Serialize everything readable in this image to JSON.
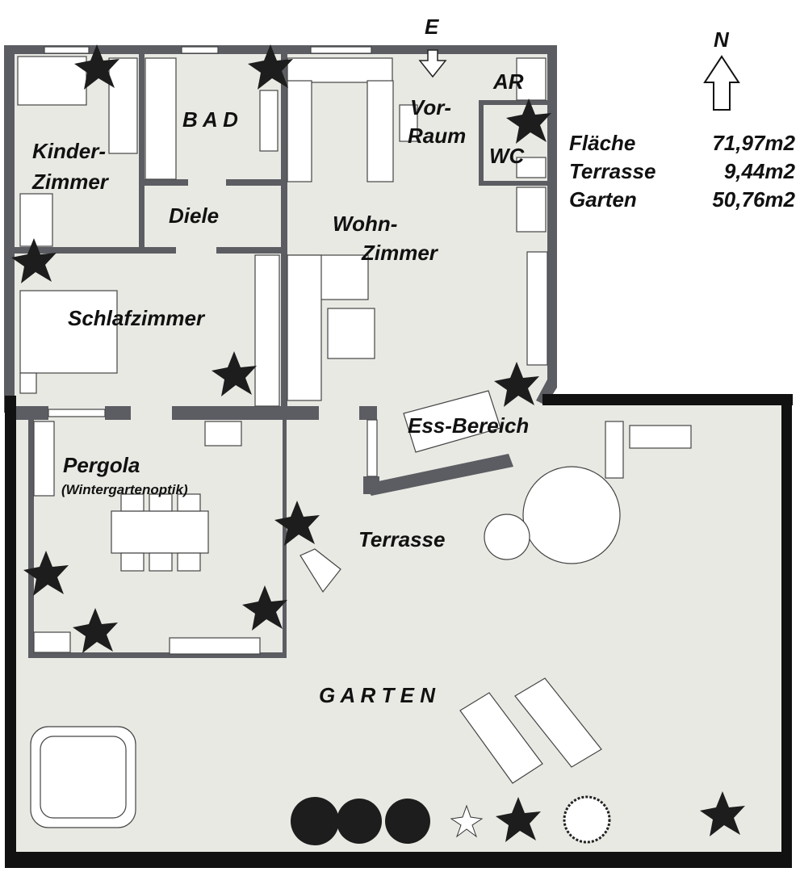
{
  "plan": {
    "rooms": {
      "kinder_1": "Kinder-",
      "kinder_2": "Zimmer",
      "bad": "B A D",
      "diele": "Diele",
      "vorraum_1": "Vor-",
      "vorraum_2": "Raum",
      "ar": "AR",
      "wc": "WC",
      "wohn_1": "Wohn-",
      "wohn_2": "Zimmer",
      "schlaf": "Schlafzimmer",
      "pergola": "Pergola",
      "pergola_note": "(Wintergartenoptik)",
      "ess": "Ess-Bereich",
      "terrasse": "Terrasse",
      "garten": "G A R T E N"
    },
    "entrance_label": "E",
    "north_label": "N"
  },
  "legend": [
    {
      "label": "Fläche",
      "value": "71,97m2"
    },
    {
      "label": "Terrasse",
      "value": "9,44m2"
    },
    {
      "label": "Garten",
      "value": "50,76m2"
    }
  ],
  "colors": {
    "floor": "#e9e9e4",
    "wall": "#5b5d62",
    "fence": "#111111"
  }
}
